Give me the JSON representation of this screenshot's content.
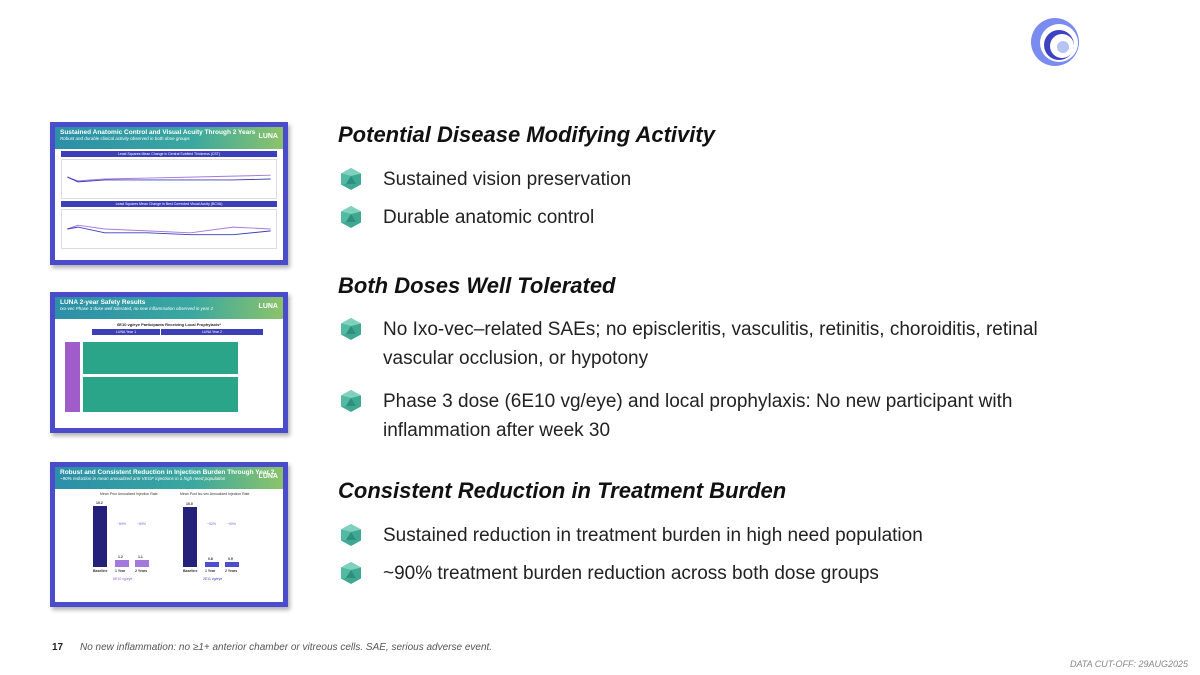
{
  "logo": {
    "icon": "company-swirl-logo",
    "colors": [
      "#7b8cf0",
      "#3e42c0",
      "#b7c3f2"
    ]
  },
  "thumbnails": [
    {
      "title": "Sustained Anatomic Control and Visual Acuity Through 2 Years",
      "subtitle": "Robust and durable clinical activity observed in both dose groups",
      "brand": "LUNA",
      "panel1": "Least Squares Mean Change in Central Subfield Thickness (CST)",
      "panel2": "Least Squares Mean Change in Best Corrected Visual Acuity (BCVA)"
    },
    {
      "title": "LUNA 2-year Safety Results",
      "subtitle": "Ixo-vec Phase 3 dose well tolerated, no new inflammation observed in year 2",
      "brand": "LUNA",
      "chart_title": "6E10 vg/eye Participants Receiving Local Prophylaxis*",
      "col1": "LUNA Year 1",
      "col2": "LUNA Year 2"
    },
    {
      "title": "Robust and Consistent Reduction in Injection Burden Through Year 2",
      "subtitle": "~90% reduction in mean annualized anti-VEGF injections in a high need population",
      "brand": "LUNA",
      "legend1": "Mean Prior Annualized Injection Rate",
      "legend2": "Mean Post Ixo-vec Annualized Injection Rate",
      "bars": [
        {
          "label": "Baseline",
          "value": "10.2"
        },
        {
          "label": "1 Year",
          "value": "1.2"
        },
        {
          "label": "2 Years",
          "value": "1.1"
        },
        {
          "label": "Baseline",
          "value": "10.0"
        },
        {
          "label": "1 Year",
          "value": "0.8"
        },
        {
          "label": "2 Years",
          "value": "0.9"
        }
      ],
      "reductions": [
        "~89%",
        "~89%",
        "~92%",
        "~90%"
      ],
      "groups": [
        "6E10 vg/eye",
        "2E11 vg/eye"
      ]
    }
  ],
  "sections": [
    {
      "heading": "Potential Disease Modifying Activity",
      "bullets": [
        "Sustained vision preservation",
        "Durable anatomic control"
      ]
    },
    {
      "heading": "Both Doses Well Tolerated",
      "bullets": [
        "No Ixo-vec–related SAEs; no episcleritis, vasculitis, retinitis, choroiditis, retinal vascular occlusion, or hypotony",
        "Phase 3 dose (6E10 vg/eye) and local prophylaxis: No new participant with inflammation after week 30"
      ]
    },
    {
      "heading": "Consistent Reduction in Treatment Burden",
      "bullets": [
        "Sustained reduction in treatment burden in high need population",
        "~90% treatment burden reduction across both dose groups"
      ]
    }
  ],
  "bullet_icon": "teal-gem-icon",
  "footer": {
    "page": "17",
    "note": "No new inflammation: no ≥1+ anterior chamber or vitreous cells. SAE, serious adverse event.",
    "cutoff": "DATA CUT-OFF: 29AUG2025"
  }
}
